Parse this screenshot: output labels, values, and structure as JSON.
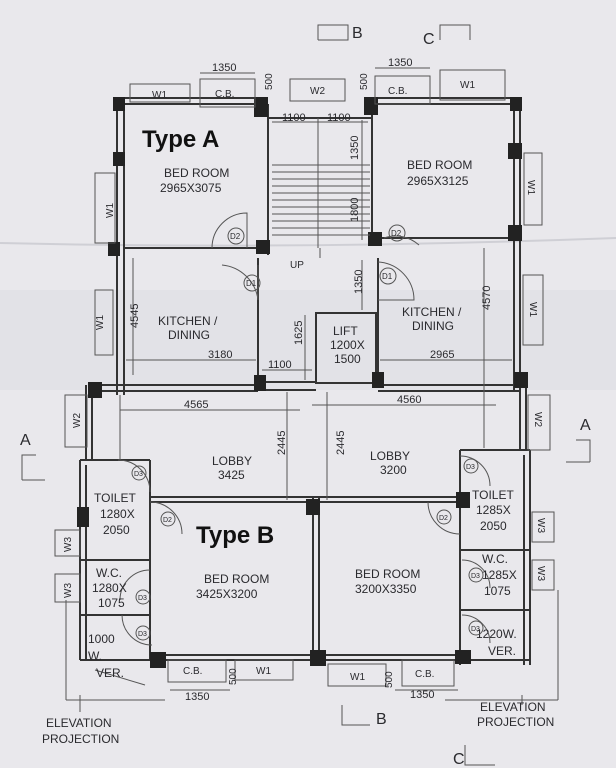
{
  "section_marks": {
    "b_top": "B",
    "c_top": "C",
    "a_left": "A",
    "a_right": "A",
    "b_bottom": "B",
    "c_bottom": "C"
  },
  "type_labels": {
    "a": "Type A",
    "b": "Type B"
  },
  "rooms": {
    "bed_a_left": {
      "name": "BED ROOM",
      "size": "2965X3075"
    },
    "bed_a_right": {
      "name": "BED ROOM",
      "size": "2965X3125"
    },
    "kitchen_left": {
      "line1": "KITCHEN /",
      "line2": "DINING"
    },
    "kitchen_right": {
      "line1": "KITCHEN /",
      "line2": "DINING"
    },
    "lift": {
      "line1": "LIFT",
      "line2": "1200X",
      "line3": "1500"
    },
    "stair": {
      "label": "UP"
    },
    "lobby_left": {
      "name": "LOBBY",
      "size": "3425"
    },
    "lobby_right": {
      "name": "LOBBY",
      "size": "3200"
    },
    "toilet_left": {
      "line1": "TOILET",
      "line2": "1280X",
      "line3": "2050"
    },
    "toilet_right": {
      "line1": "TOILET",
      "line2": "1285X",
      "line3": "2050"
    },
    "wc_left": {
      "line1": "W.C.",
      "line2": "1280X",
      "line3": "1075"
    },
    "wc_right": {
      "line1": "W.C.",
      "line2": "1285X",
      "line3": "1075"
    },
    "bed_b_left": {
      "name": "BED ROOM",
      "size": "3425X3200"
    },
    "bed_b_right": {
      "name": "BED ROOM",
      "size": "3200X3350"
    },
    "ver_left": {
      "line1": "1000",
      "line2": "W.",
      "line3": "VER."
    },
    "ver_right": {
      "line1": "1220W.",
      "line2": "VER."
    }
  },
  "dimensions": {
    "top_left_1350": "1350",
    "top_right_1350": "1350",
    "top_500_left": "500",
    "top_500_right": "500",
    "stair_1100_left": "1100",
    "stair_1100_right": "1100",
    "stair_1350": "1350",
    "stair_1800": "1800",
    "lift_1350": "1350",
    "kitchen_4545": "4545",
    "kitchen_4570": "4570",
    "kitchen_3180": "3180",
    "kitchen_2965": "2965",
    "lift_1625": "1625",
    "lift_1100": "1100",
    "lobby_4565": "4565",
    "lobby_4560": "4560",
    "lobby_2445_left": "2445",
    "lobby_2445_right": "2445",
    "bottom_1350_left": "1350",
    "bottom_1350_right": "1350",
    "bottom_500_left": "500",
    "bottom_500_right": "500"
  },
  "windows": {
    "w1": "W1",
    "w2": "W2",
    "w3": "W3",
    "cb": "C.B."
  },
  "doors": {
    "d1": "D1",
    "d2": "D2",
    "d3": "D3"
  },
  "notes": {
    "elev_left_1": "ELEVATION",
    "elev_left_2": "PROJECTION",
    "elev_right_1": "ELEVATION",
    "elev_right_2": "PROJECTION"
  }
}
